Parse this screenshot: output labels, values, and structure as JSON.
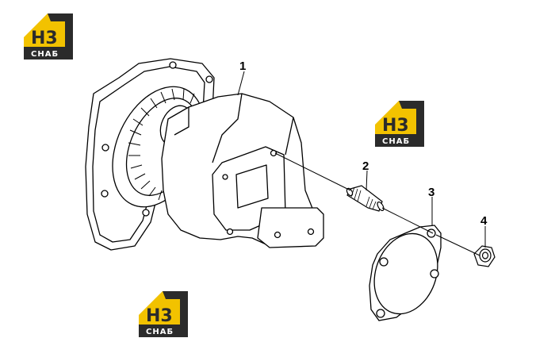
{
  "logo": {
    "mark_text": "H3",
    "word_text": "СНАБ",
    "colors": {
      "accent": "#f2c200",
      "dark": "#2b2b2b"
    }
  },
  "callouts": [
    {
      "id": "1",
      "label": "1"
    },
    {
      "id": "2",
      "label": "2"
    },
    {
      "id": "3",
      "label": "3"
    },
    {
      "id": "4",
      "label": "4"
    }
  ],
  "colors": {
    "line": "#000000",
    "background": "#ffffff"
  }
}
